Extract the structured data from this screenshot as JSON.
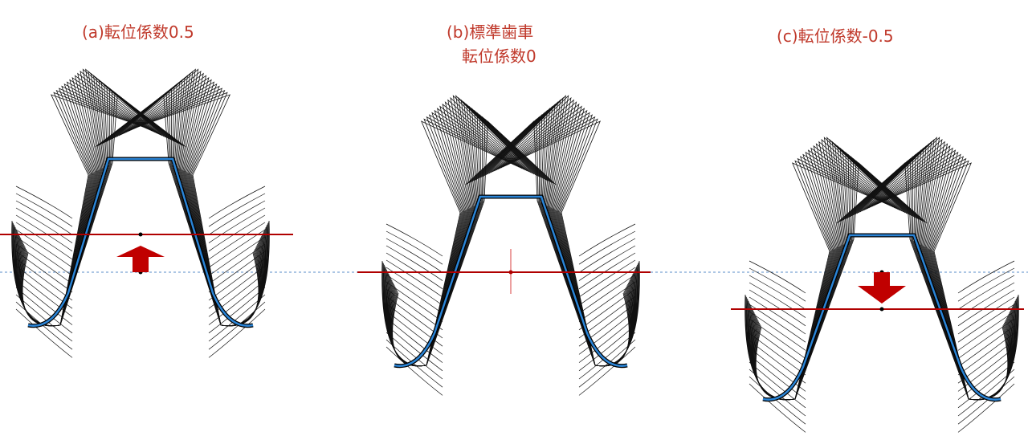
{
  "panels": [
    {
      "id": "a",
      "title": "(a)転位係数0.5"
    },
    {
      "id": "b",
      "title_line1": "(b)標準歯車",
      "title_line2": "転位係数0"
    },
    {
      "id": "c",
      "title": "(c)転位係数-0.5"
    }
  ],
  "colors": {
    "title": "#c0392b",
    "pitch_line": "#b00000",
    "rack_profile": "#2a84d6",
    "envelope": "#111111",
    "reference_line": "#5a8cc8",
    "arrow": "#c00000"
  },
  "icons": {
    "shift_up": "arrow-up-icon",
    "shift_down": "arrow-down-icon"
  },
  "shift_coefficients": [
    0.5,
    0,
    -0.5
  ]
}
